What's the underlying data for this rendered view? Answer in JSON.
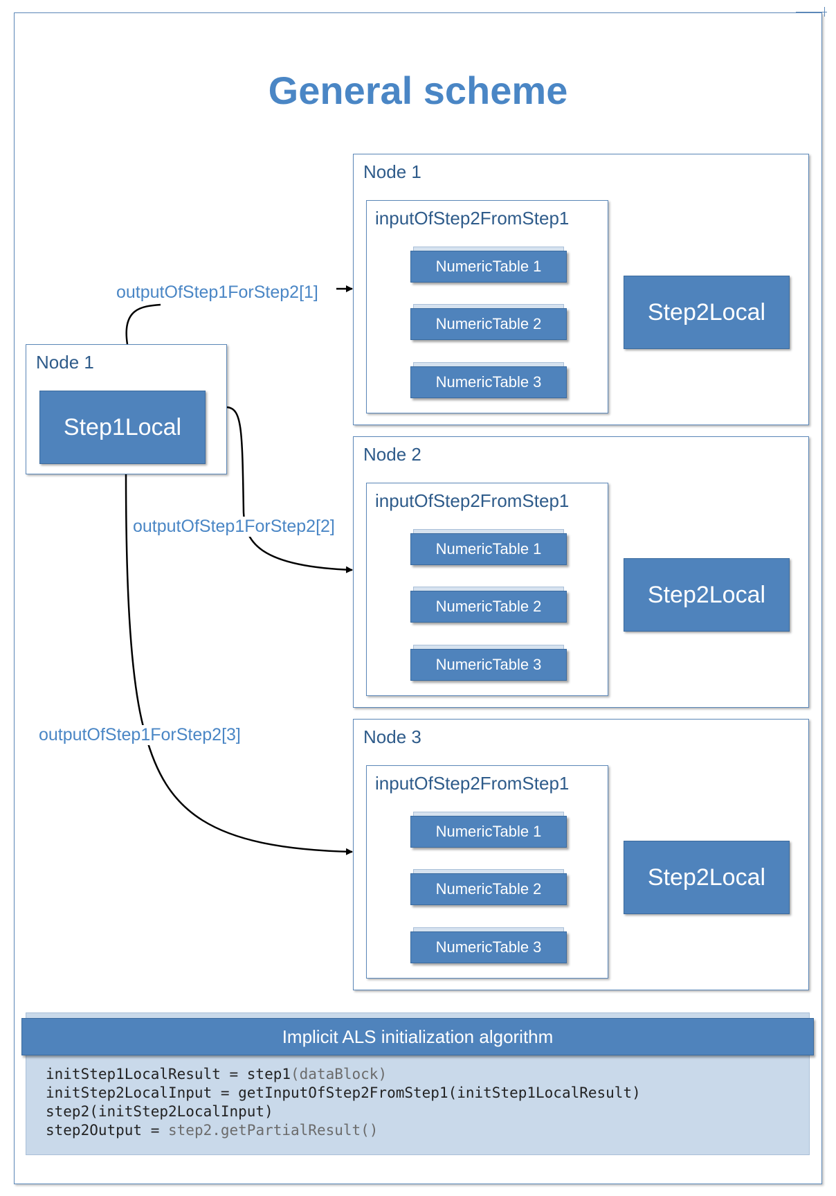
{
  "title": "General scheme",
  "left_node": {
    "label": "Node 1",
    "step_label": "Step1Local"
  },
  "edges": [
    {
      "label": "outputOfStep1ForStep2[1]"
    },
    {
      "label": "outputOfStep1ForStep2[2]"
    },
    {
      "label": "outputOfStep1ForStep2[3]"
    }
  ],
  "right_nodes": [
    {
      "label": "Node 1",
      "input_label": "inputOfStep2FromStep1",
      "tables": [
        "NumericTable 1",
        "NumericTable 2",
        "NumericTable 3"
      ],
      "step_label": "Step2Local"
    },
    {
      "label": "Node 2",
      "input_label": "inputOfStep2FromStep1",
      "tables": [
        "NumericTable 1",
        "NumericTable 2",
        "NumericTable 3"
      ],
      "step_label": "Step2Local"
    },
    {
      "label": "Node 3",
      "input_label": "inputOfStep2FromStep1",
      "tables": [
        "NumericTable 1",
        "NumericTable 2",
        "NumericTable 3"
      ],
      "step_label": "Step2Local"
    }
  ],
  "algorithm": {
    "header": "Implicit ALS initialization algorithm",
    "lines": [
      {
        "main": "initStep1LocalResult = step1",
        "gray": "(dataBlock)"
      },
      {
        "main": "initStep2LocalInput = getInputOfStep2FromStep1(initStep1LocalResult)",
        "gray": ""
      },
      {
        "main": "step2(initStep2LocalInput)",
        "gray": ""
      },
      {
        "main": "step2Output = ",
        "gray": "step2.getPartialResult()"
      }
    ]
  }
}
